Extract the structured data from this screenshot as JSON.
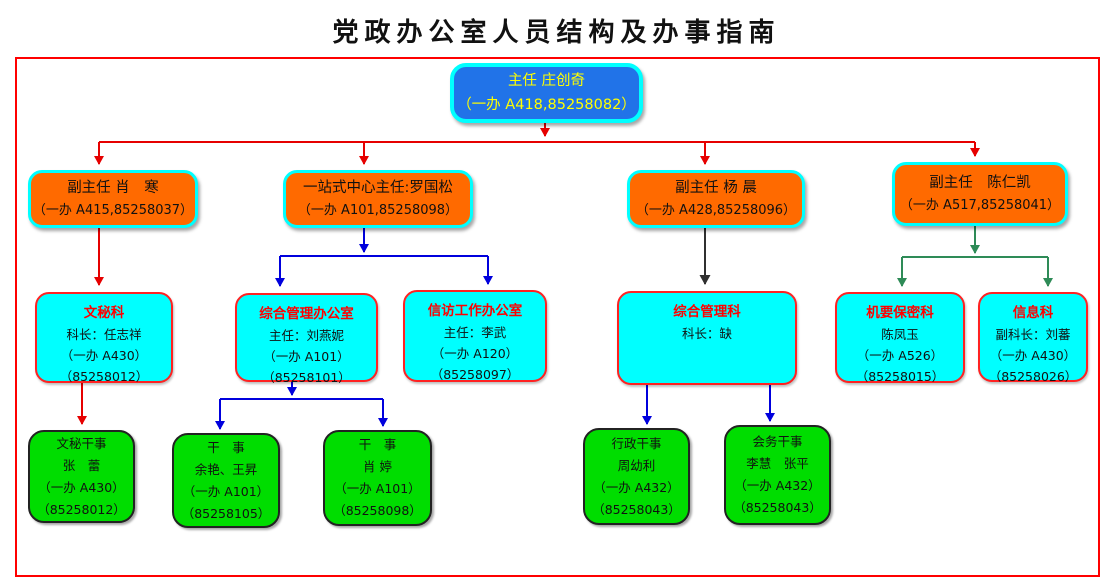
{
  "title": "党政办公室人员结构及办事指南",
  "colors": {
    "red": "#e60000",
    "blue": "#0000dd",
    "green": "#2e8b57",
    "black": "#303030",
    "box_blue": "#2173e8",
    "box_orange": "#ff6a00",
    "box_cyan": "#00ffff",
    "box_green": "#00dd00",
    "border_cyan": "#00ffff",
    "border_red": "#ff2222",
    "frame_red": "#ff0000",
    "text_yellow": "#ffff00",
    "title_red": "#ff0000"
  },
  "nodes": {
    "director": {
      "line1": "主任 庄创奇",
      "line2": "（一办 A418,85258082）"
    },
    "deputy_xiao": {
      "line1": "副主任 肖　寒",
      "line2": "（一办 A415,85258037）"
    },
    "onestop_luo": {
      "line1": "一站式中心主任:罗国松",
      "line2": "（一办 A101,85258098）"
    },
    "deputy_yang": {
      "line1": "副主任 杨 晨",
      "line2": "（一办 A428,85258096）"
    },
    "deputy_chen": {
      "line1": "副主任　陈仁凯",
      "line2": "（一办 A517,85258041）"
    },
    "sec_wenmi": {
      "title": "文秘科",
      "line1": "科长：任志祥",
      "line2": "（一办 A430）",
      "line3": "（85258012）"
    },
    "sec_zongheban": {
      "title": "综合管理办公室",
      "line1": "主任：刘燕妮",
      "line2": "（一办 A101）",
      "line3": "（85258101）"
    },
    "sec_xinfang": {
      "title": "信访工作办公室",
      "line1": "主任：李武",
      "line2": "（一办 A120）",
      "line3": "（85258097）"
    },
    "sec_zonghekec": {
      "title": "综合管理科",
      "line1": "科长：缺"
    },
    "sec_jiyao": {
      "title": "机要保密科",
      "line1": "陈凤玉",
      "line2": "（一办 A526）",
      "line3": "（85258015）"
    },
    "sec_xinxi": {
      "title": "信息科",
      "line1": "副科长：刘蕃",
      "line2": "（一办 A430）",
      "line3": "（85258026）"
    },
    "staff_wenmi": {
      "line1": "文秘干事",
      "line2": "张　蕾",
      "line3": "（一办 A430）",
      "line4": "（85258012）"
    },
    "staff_ganshi1": {
      "line1": "干　事",
      "line2": "余艳、王昇",
      "line3": "（一办 A101）",
      "line4": "（85258105）"
    },
    "staff_ganshi2": {
      "line1": "干　事",
      "line2": "肖 婷",
      "line3": "（一办 A101）",
      "line4": "（85258098）"
    },
    "staff_xingzheng": {
      "line1": "行政干事",
      "line2": "周幼利",
      "line3": "（一办 A432）",
      "line4": "（85258043）"
    },
    "staff_huiwu": {
      "line1": "会务干事",
      "line2": "李慧　张平",
      "line3": "（一办 A432）",
      "line4": "（85258043）"
    }
  }
}
